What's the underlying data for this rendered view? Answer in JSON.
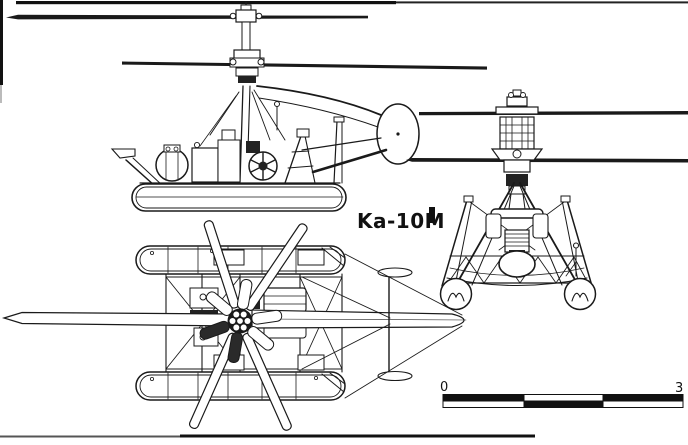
{
  "figure": {
    "title": "Ka-10M"
  },
  "scale_bar": {
    "start": "0",
    "end": "3"
  },
  "colors": {
    "ink": "#1a1a1a",
    "paper": "#ffffff"
  }
}
